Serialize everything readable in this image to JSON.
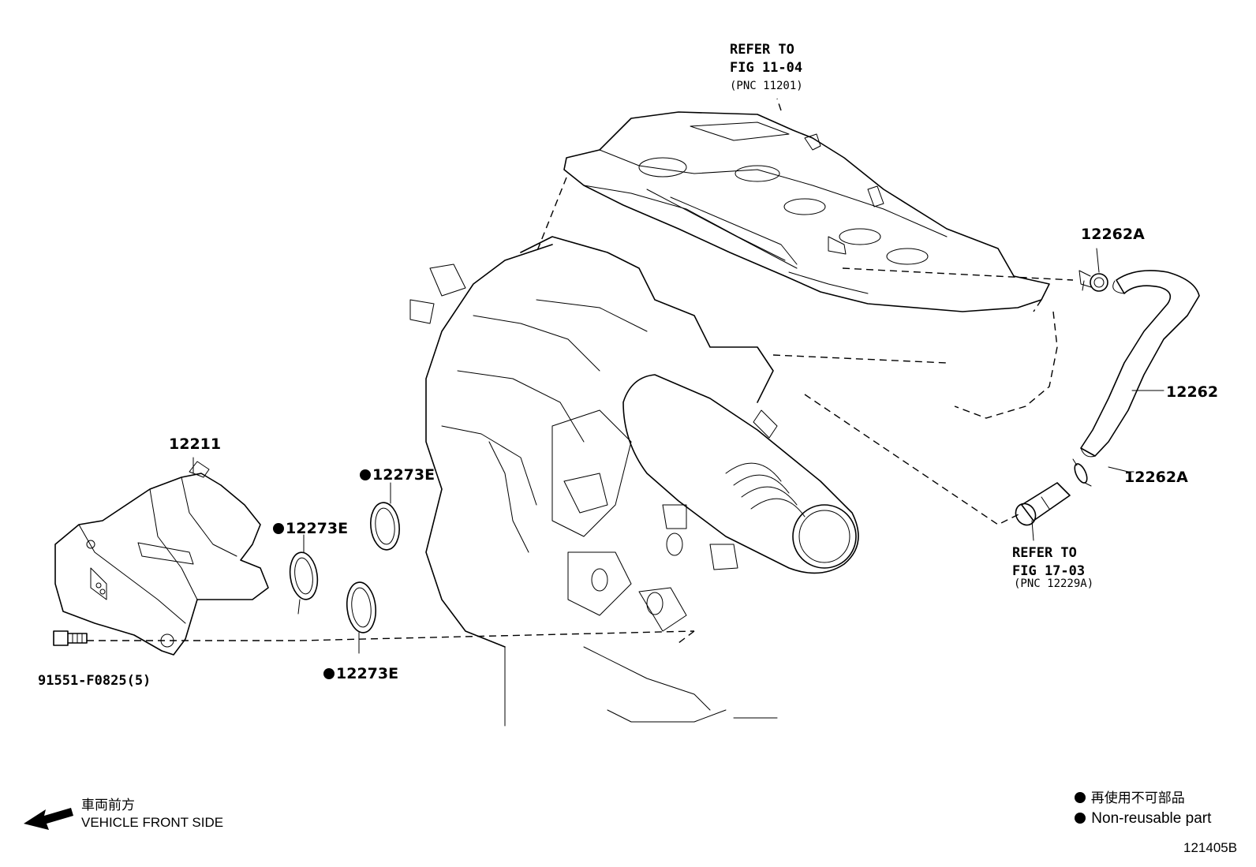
{
  "diagram": {
    "refer_cover": {
      "line1": "REFER TO",
      "line2": "FIG 11-04",
      "pnc": "(PNC 11201)"
    },
    "refer_union": {
      "line1": "REFER TO",
      "line2": "FIG 17-03",
      "pnc": "(PNC 12229A)"
    },
    "parts": {
      "clip_top": "12262A",
      "hose": "12262",
      "clip_bottom": "12262A",
      "separator": "12211",
      "gasket_upper": "12273E",
      "gasket_mid": "12273E",
      "gasket_lower": "12273E",
      "bolt": "91551-F0825(5)"
    },
    "front_direction": {
      "jp": "車両前方",
      "en": "VEHICLE FRONT SIDE"
    },
    "legend": {
      "jp": "再使用不可部品",
      "en": "Non-reusable part"
    },
    "figure_code": "121405B"
  }
}
